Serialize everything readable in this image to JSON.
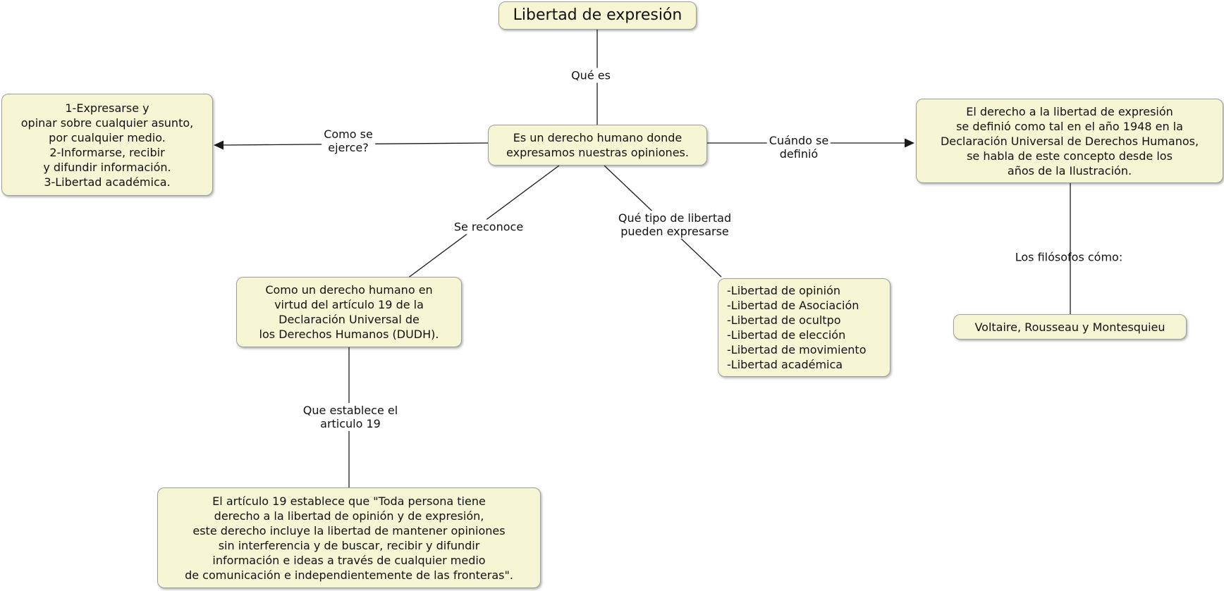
{
  "colors": {
    "background": "#ffffff",
    "node_fill": "#f6f6d5",
    "node_border": "#9e9e9e",
    "line": "#1a1a1a",
    "text": "#111111"
  },
  "nodes": {
    "title": {
      "text": "Libertad de expresión"
    },
    "exercise": {
      "text": "1-Expresarse y\nopinar sobre cualquier asunto,\npor cualquier medio.\n2-Informarse, recibir\ny difundir información.\n3-Libertad académica."
    },
    "definition": {
      "text": "Es un derecho humano donde\nexpresamos nuestras opiniones."
    },
    "when_defined": {
      "text": "El derecho a la libertad de expresión\nse definió como tal en el año 1948 en la\nDeclaración Universal de Derechos Humanos,\nse habla de este concepto desde los\naños de la Ilustración."
    },
    "recognized": {
      "text": "Como un derecho humano en\nvirtud del artículo 19 de la\nDeclaración Universal de\nlos Derechos Humanos (DUDH)."
    },
    "liberty_types": {
      "text": "-Libertad de opinión\n-Libertad de Asociación\n-Libertad de ocultpo\n-Libertad de elección\n-Libertad de movimiento\n-Libertad académica"
    },
    "article_19": {
      "text": "El artículo 19 establece que \"Toda persona tiene\nderecho a la libertad de opinión y de expresión,\neste derecho incluye la libertad de mantener opiniones\nsin interferencia y de buscar, recibir y difundir\ninformación e ideas a través de cualquier medio\nde comunicación e independientemente de las fronteras\"."
    },
    "philosophers": {
      "text": "Voltaire, Rousseau y Montesquieu"
    }
  },
  "links": {
    "what_is": {
      "text": "Qué es"
    },
    "how_exercised": {
      "text": "Como se\nejerce?"
    },
    "when_defined": {
      "text": "Cuándo se\ndefinió"
    },
    "recognized_as": {
      "text": "Se reconoce"
    },
    "liberty_types": {
      "text": "Qué tipo de libertad\npueden expresarse"
    },
    "establishes": {
      "text": "Que establece el\narticulo 19"
    },
    "philosophers_like": {
      "text": "Los filósofos cómo:"
    }
  }
}
